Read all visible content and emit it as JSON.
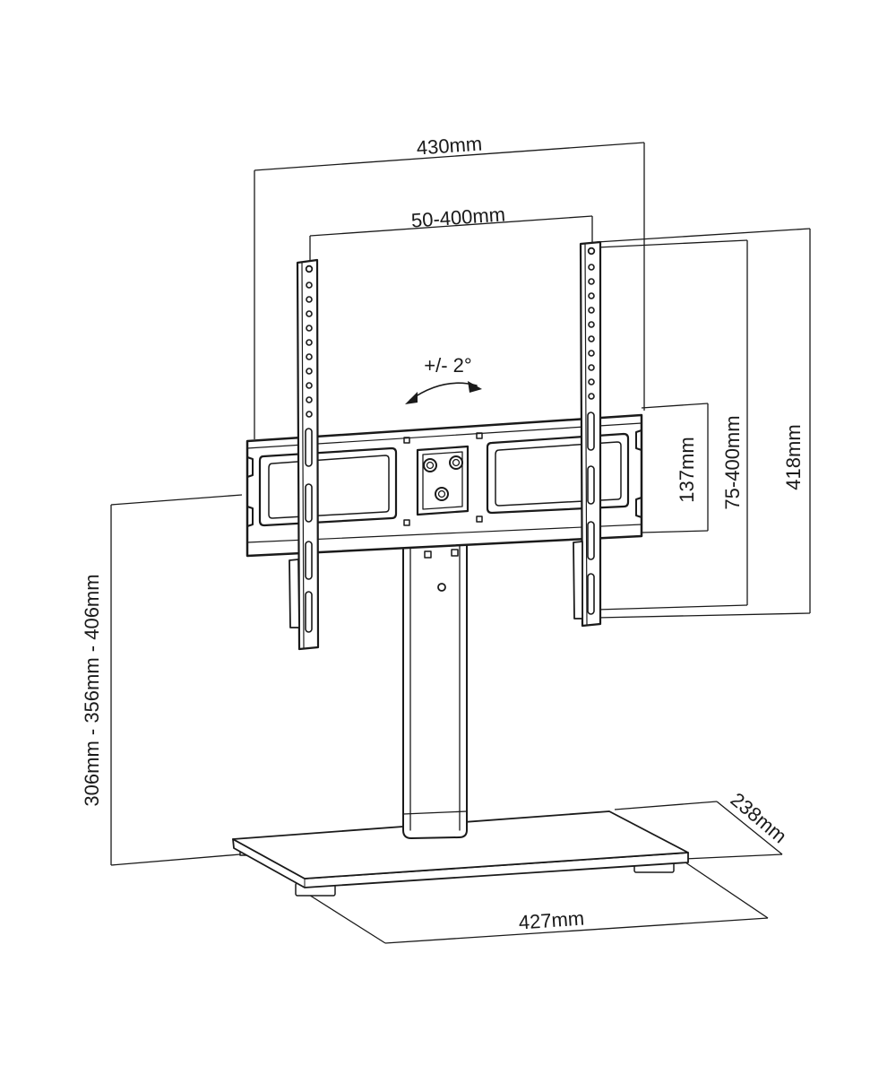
{
  "diagram": {
    "dimensions": {
      "mount_width": "430mm",
      "vesa_horizontal": "50-400mm",
      "tilt": "+/- 2°",
      "bracket_height": "137mm",
      "vesa_vertical": "75-400mm",
      "total_height": "418mm",
      "height_adjust": "306mm - 356mm - 406mm",
      "base_depth": "238mm",
      "base_width": "427mm"
    }
  }
}
